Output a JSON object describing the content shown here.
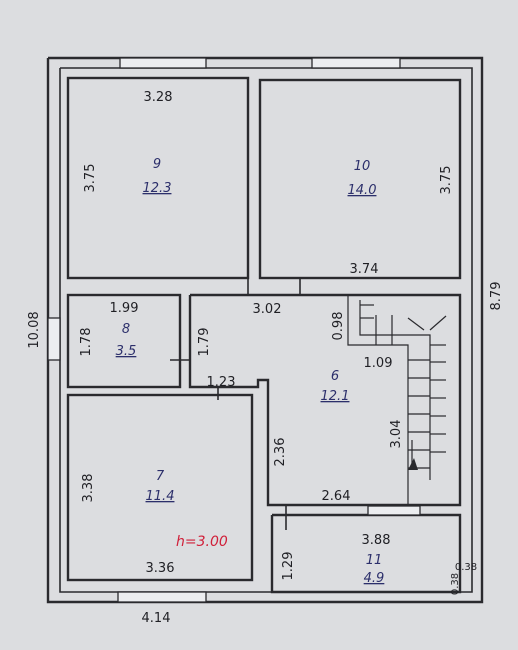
{
  "height_label": "h=3.00",
  "rooms": [
    {
      "name": "9",
      "area": "12.3"
    },
    {
      "name": "10",
      "area": "14.0"
    },
    {
      "name": "8",
      "area": "3.5"
    },
    {
      "name": "6",
      "area": "12.1"
    },
    {
      "name": "7",
      "area": "11.4"
    },
    {
      "name": "11",
      "area": "4.9"
    }
  ],
  "dimensions": {
    "d_3_28": "3.28",
    "d_3_75_left": "3.75",
    "d_3_75_right": "3.75",
    "d_3_74": "3.74",
    "d_10_08": "10.08",
    "d_8_79": "8.79",
    "d_1_99": "1.99",
    "d_1_78": "1.78",
    "d_1_79": "1.79",
    "d_3_02": "3.02",
    "d_0_98": "0.98",
    "d_1_09": "1.09",
    "d_1_23": "1.23",
    "d_3_04": "3.04",
    "d_2_36": "2.36",
    "d_3_38": "3.38",
    "d_2_64": "2.64",
    "d_3_88": "3.88",
    "d_1_29": "1.29",
    "d_0_38_a": "0.38",
    "d_0_38_b": "0.38",
    "d_3_36": "3.36",
    "d_4_14": "4.14"
  }
}
